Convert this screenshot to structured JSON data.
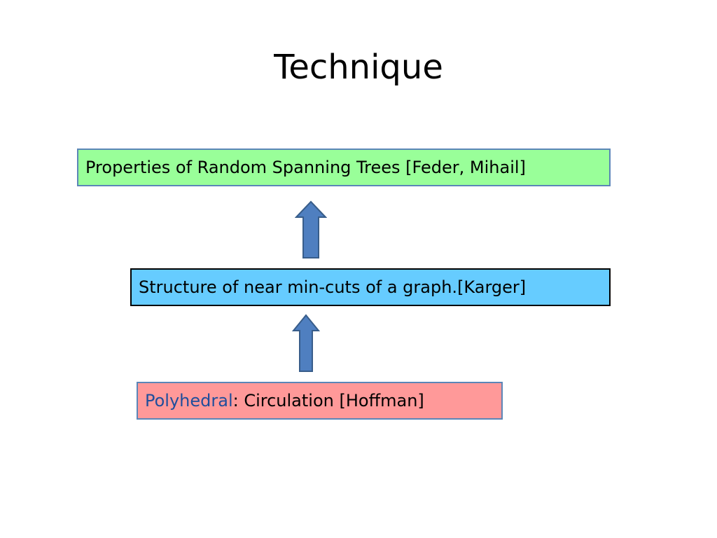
{
  "slide": {
    "title": "Technique"
  },
  "boxes": {
    "top": {
      "text": "Properties of Random Spanning Trees [Feder, Mihail]",
      "fill": "#99ff99"
    },
    "middle": {
      "text": "Structure of near min-cuts of a graph.[Karger]",
      "fill": "#66ccff"
    },
    "bottom": {
      "highlight": "Polyhedral",
      "highlight_color": "#1f4e9c",
      "text": " : Circulation [Hoffman]",
      "fill": "#ff9999"
    }
  },
  "arrows": [
    {
      "icon": "up-arrow-icon",
      "fill": "#4f7fc0",
      "stroke": "#385d8a"
    },
    {
      "icon": "up-arrow-icon",
      "fill": "#4f7fc0",
      "stroke": "#385d8a"
    }
  ]
}
